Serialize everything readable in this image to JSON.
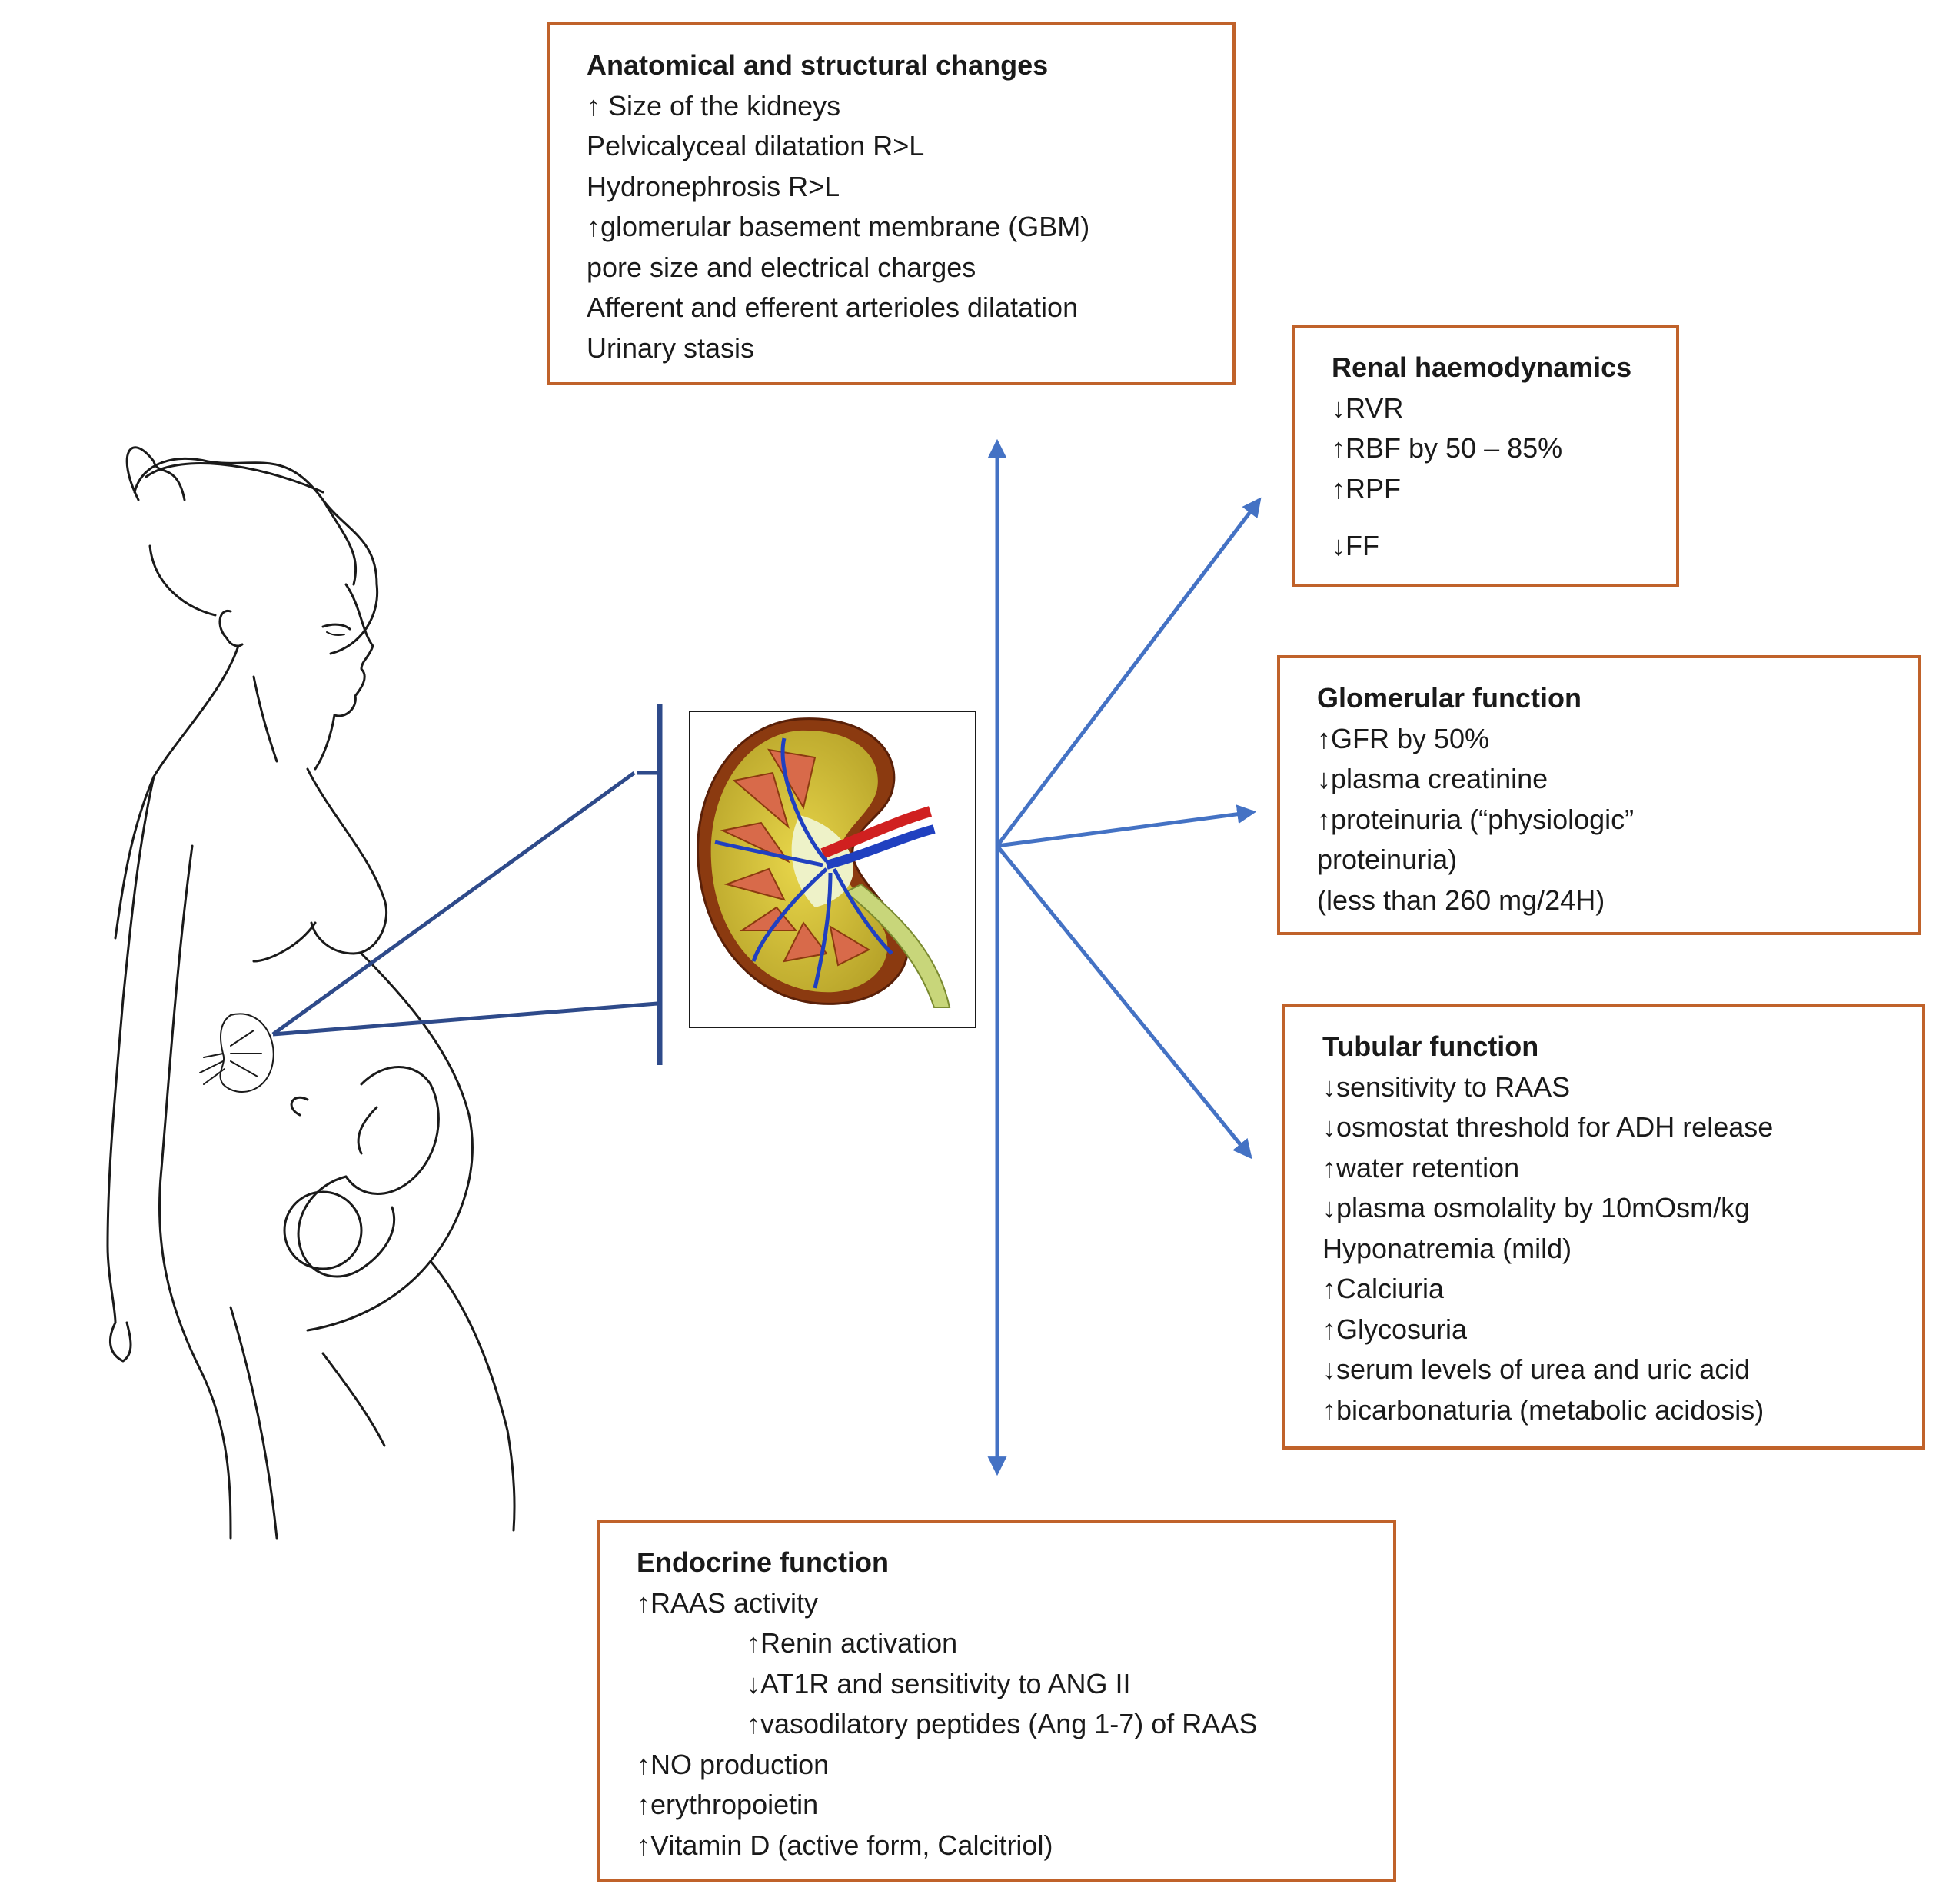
{
  "colors": {
    "box_border": "#c0622a",
    "arrow": "#4472c4",
    "zoom_line": "#2e4a8a",
    "sketch": "#1a1a1a"
  },
  "icons": {
    "figure": "pregnant-woman-sketch",
    "kidney": "kidney-cross-section-illustration"
  },
  "anatomical": {
    "title": "Anatomical and structural changes",
    "lines": [
      "↑ Size of the kidneys",
      "Pelvicalyceal dilatation R>L",
      "Hydronephrosis R>L",
      "↑glomerular basement membrane (GBM)",
      "pore size and electrical charges",
      "Afferent and efferent arterioles dilatation",
      "Urinary stasis"
    ]
  },
  "renal": {
    "title": "Renal haemodynamics",
    "lines": [
      "↓RVR",
      "↑RBF by 50 – 85%",
      "↑RPF",
      "↓FF"
    ]
  },
  "glomerular": {
    "title": "Glomerular function",
    "lines": [
      "↑GFR by 50%",
      "↓plasma creatinine",
      "↑proteinuria (“physiologic”",
      "proteinuria)",
      "(less than 260 mg/24H)"
    ]
  },
  "tubular": {
    "title": "Tubular function",
    "lines": [
      "↓sensitivity to RAAS",
      "↓osmostat threshold for ADH release",
      "↑water retention",
      "↓plasma osmolality by 10mOsm/kg",
      "Hyponatremia (mild)",
      "↑Calciuria",
      "↑Glycosuria",
      "↓serum levels of urea and uric acid",
      "↑bicarbonaturia (metabolic acidosis)"
    ]
  },
  "endocrine": {
    "title": "Endocrine function",
    "lines": [
      "↑RAAS activity",
      "↑Renin activation",
      "↓AT1R and sensitivity to ANG II",
      "↑vasodilatory peptides (Ang 1-7) of RAAS",
      "↑NO production",
      "↑erythropoietin",
      "↑Vitamin D (active form, Calcitriol)"
    ]
  }
}
